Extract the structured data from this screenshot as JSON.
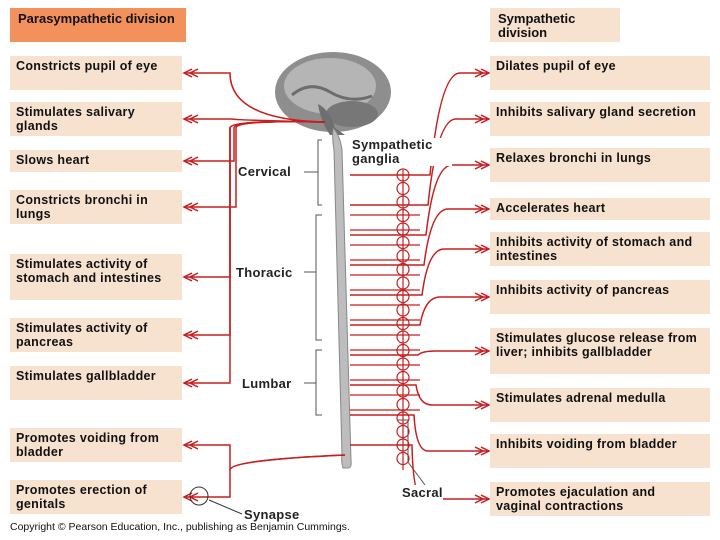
{
  "parasympathetic": {
    "header": "Parasympathetic division",
    "effects": [
      "Constricts pupil of eye",
      "Stimulates salivary glands",
      "Slows heart",
      "Constricts bronchi in lungs",
      "Stimulates activity of stomach and intestines",
      "Stimulates activity of pancreas",
      "Stimulates gallbladder",
      "Promotes voiding from bladder",
      "Promotes erection of genitals"
    ]
  },
  "sympathetic": {
    "header": "Sympathetic division",
    "effects": [
      "Dilates pupil of eye",
      "Inhibits salivary gland secretion",
      "Relaxes bronchi in lungs",
      "Accelerates heart",
      "Inhibits activity of stomach and intestines",
      "Inhibits activity of pancreas",
      "Stimulates glucose release from liver; inhibits gallbladder",
      "Stimulates adrenal medulla",
      "Inhibits voiding from bladder",
      "Promotes ejaculation and vaginal contractions"
    ]
  },
  "spine_regions": {
    "cervical": "Cervical",
    "thoracic": "Thoracic",
    "lumbar": "Lumbar",
    "sacral": "Sacral"
  },
  "labels": {
    "sympathetic_ganglia": "Sympathetic ganglia",
    "synapse": "Synapse"
  },
  "copyright": "Copyright © Pearson Education, Inc., publishing as Benjamin Cummings.",
  "colors": {
    "nerve": "#c81e1e",
    "box": "#f6e2cf",
    "parasympathetic_header": "#f2915c",
    "brain": "#8a8a8a"
  }
}
